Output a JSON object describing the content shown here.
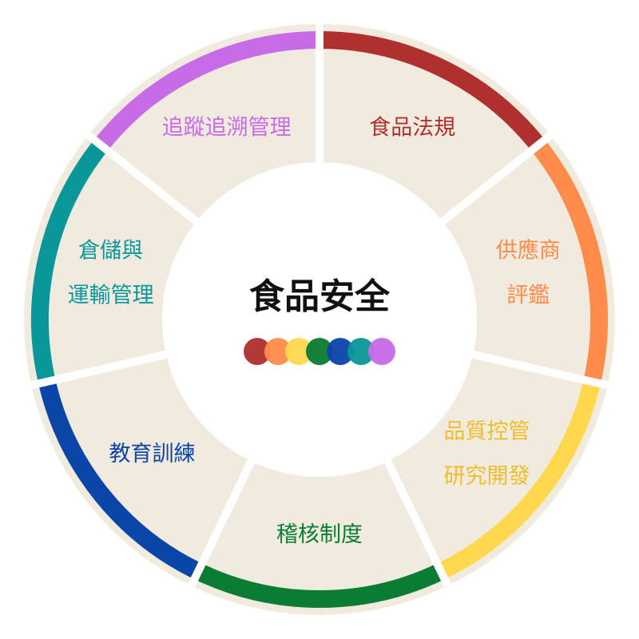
{
  "center": {
    "title": "食品安全"
  },
  "colors": {
    "background": "#ffffff",
    "ring_base": "#f1ebdf",
    "divider": "#ffffff",
    "center_fill": "#ffffff",
    "center_text": "#111111"
  },
  "segments": [
    {
      "key": "law",
      "lines": [
        "食品法規"
      ],
      "color": "#b03030",
      "text_color": "#b03030"
    },
    {
      "key": "supplier",
      "lines": [
        "供應商",
        "評鑑"
      ],
      "color": "#ff8c4a",
      "text_color": "#ff8c4a"
    },
    {
      "key": "qc_rd",
      "lines": [
        "品質控管",
        "研究開發"
      ],
      "color": "#ffd84f",
      "text_color": "#f0bd2a"
    },
    {
      "key": "audit",
      "lines": [
        "稽核制度"
      ],
      "color": "#0b7c33",
      "text_color": "#0b7c33"
    },
    {
      "key": "training",
      "lines": [
        "教育訓練"
      ],
      "color": "#0a46a8",
      "text_color": "#0a46a8"
    },
    {
      "key": "storage",
      "lines": [
        "倉儲與",
        "運輸管理"
      ],
      "color": "#09979a",
      "text_color": "#09979a"
    },
    {
      "key": "trace",
      "lines": [
        "追蹤追溯管理"
      ],
      "color": "#c76be6",
      "text_color": "#c76be6"
    }
  ]
}
